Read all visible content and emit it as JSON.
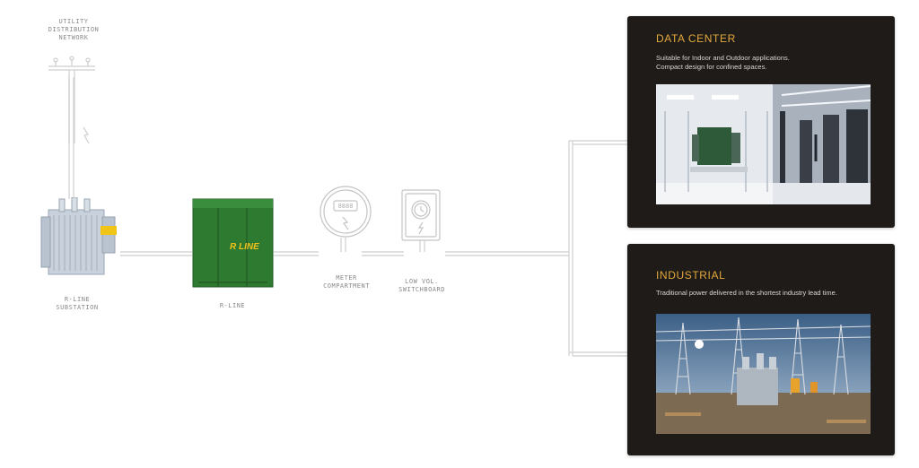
{
  "nodes": {
    "utility": {
      "label": "UTILITY\nDISTRIBUTION\nNETWORK"
    },
    "substation": {
      "label": "R-LINE\nSUBSTATION"
    },
    "rline_unit": {
      "label": "R-LINE",
      "badge": "R LINE"
    },
    "meter": {
      "label": "METER\nCOMPARTMENT",
      "display": "8888"
    },
    "switchboard": {
      "label": "LOW VOL.\nSWITCHBOARD"
    }
  },
  "cards": [
    {
      "title": "DATA CENTER",
      "description": "Suitable for Indoor and Outdoor applications.\nCompact design for confined spaces."
    },
    {
      "title": "INDUSTRIAL",
      "description": "Traditional power delivered in the shortest industry lead time."
    }
  ],
  "colors": {
    "card_background": "#1e1b19",
    "title_accent": "#e4a93a",
    "wire": "#d4d4d4",
    "rline_green": "#2f7a31"
  }
}
